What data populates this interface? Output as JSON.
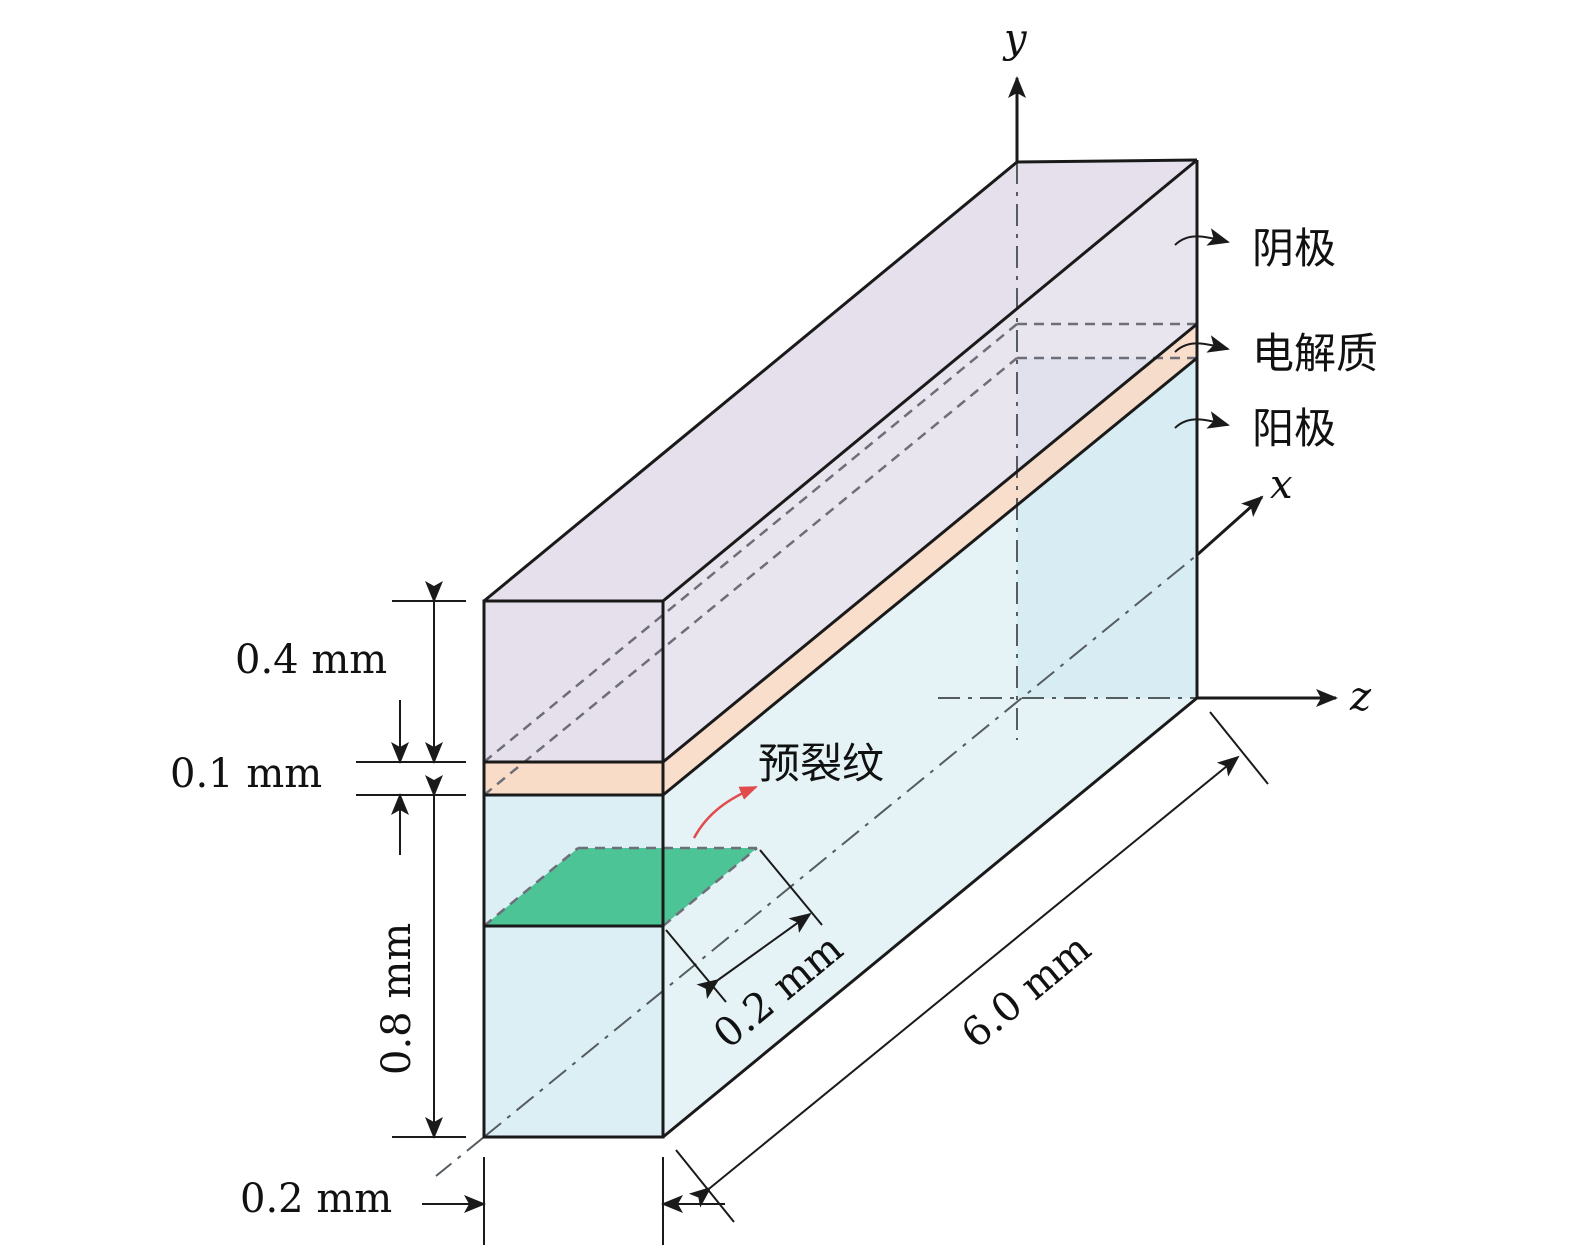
{
  "colors": {
    "cathode": "#e5e0ec",
    "electrolyte": "#f9dcc8",
    "anode": "#dceff4",
    "anode_back": "#c6e5ee",
    "crack": "#4dc495",
    "crack_label": "#e24b4b",
    "line": "#1a1a1a"
  },
  "axes": {
    "x": "x",
    "y": "y",
    "z": "z"
  },
  "layers": {
    "cathode": "阴极",
    "electrolyte": "电解质",
    "anode": "阳极"
  },
  "crack_label": "预裂纹",
  "dimensions": {
    "cathode_thickness": "0.4 mm",
    "electrolyte_thickness": "0.1 mm",
    "anode_thickness": "0.8 mm",
    "width": "0.2 mm",
    "crack_length": "0.2 mm",
    "length": "6.0 mm"
  }
}
